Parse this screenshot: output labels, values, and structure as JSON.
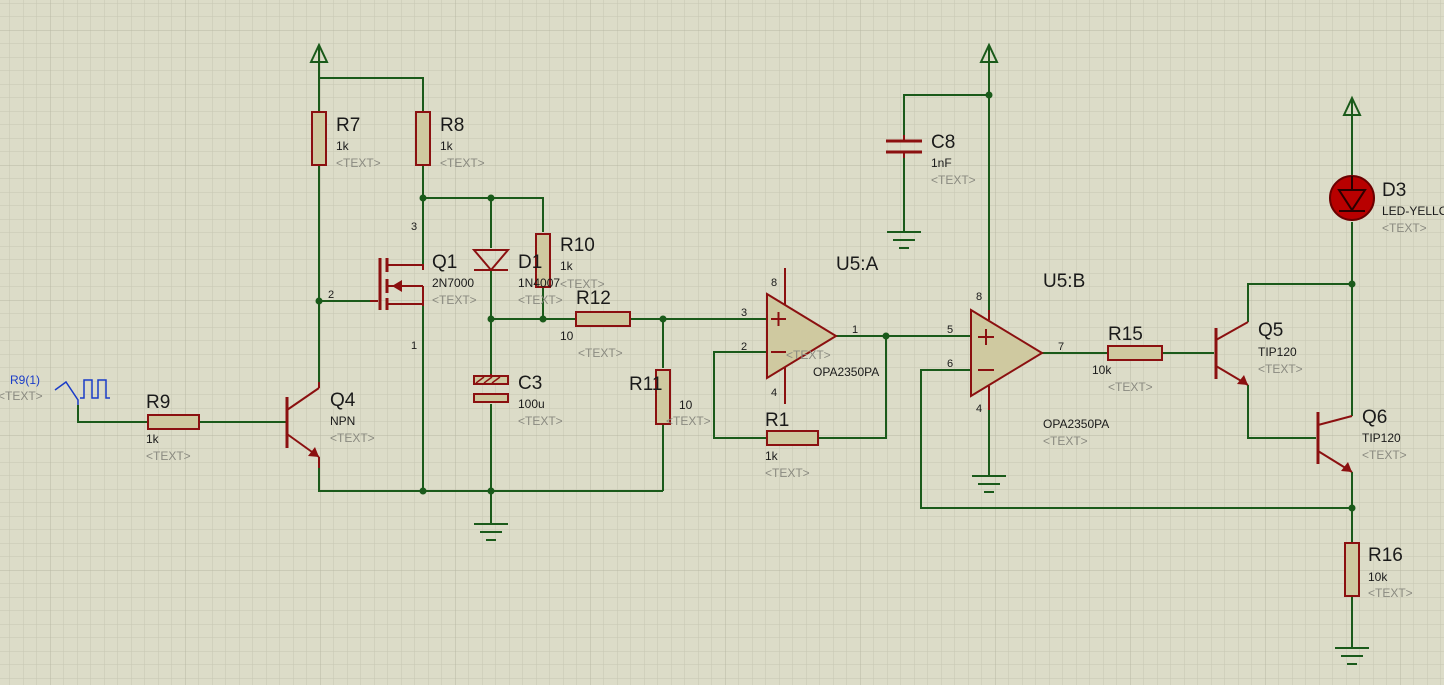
{
  "components": {
    "R7": {
      "ref": "R7",
      "value": "1k",
      "text": "<TEXT>"
    },
    "R8": {
      "ref": "R8",
      "value": "1k",
      "text": "<TEXT>"
    },
    "R10": {
      "ref": "R10",
      "value": "1k",
      "text": "<TEXT>"
    },
    "Q1": {
      "ref": "Q1",
      "value": "2N7000",
      "text": "<TEXT>"
    },
    "D1": {
      "ref": "D1",
      "value": "1N4007",
      "text": "<TEXT>"
    },
    "R12": {
      "ref": "R12",
      "value": "10",
      "text": "<TEXT>"
    },
    "C3": {
      "ref": "C3",
      "value": "100u",
      "text": "<TEXT>"
    },
    "R11": {
      "ref": "R11",
      "value": "10",
      "text": "<TEXT>"
    },
    "R9": {
      "ref": "R9",
      "value": "1k",
      "text": "<TEXT>"
    },
    "Q4": {
      "ref": "Q4",
      "value": "NPN",
      "text": "<TEXT>"
    },
    "U5A": {
      "ref": "U5:A",
      "value": "OPA2350PA",
      "text": "<TEXT>"
    },
    "R1": {
      "ref": "R1",
      "value": "1k",
      "text": "<TEXT>"
    },
    "C8": {
      "ref": "C8",
      "value": "1nF",
      "text": "<TEXT>"
    },
    "U5B": {
      "ref": "U5:B",
      "value": "OPA2350PA",
      "text": "<TEXT>"
    },
    "R15": {
      "ref": "R15",
      "value": "10k",
      "text": "<TEXT>"
    },
    "Q5": {
      "ref": "Q5",
      "value": "TIP120",
      "text": "<TEXT>"
    },
    "Q6": {
      "ref": "Q6",
      "value": "TIP120",
      "text": "<TEXT>"
    },
    "D3": {
      "ref": "D3",
      "value": "LED-YELLOW",
      "text": "<TEXT>"
    },
    "R16": {
      "ref": "R16",
      "value": "10k",
      "text": "<TEXT>"
    }
  },
  "generator": {
    "label": "R9(1)",
    "text": "<TEXT>"
  },
  "pins": {
    "q1_drain": "3",
    "q1_gate": "2",
    "q1_source": "1",
    "u5a_in_plus": "3",
    "u5a_in_minus": "2",
    "u5a_out": "1",
    "u5a_vcc": "8",
    "u5a_gnd": "4",
    "u5b_in_plus": "5",
    "u5b_in_minus": "6",
    "u5b_out": "7",
    "u5b_vcc": "8",
    "u5b_gnd": "4"
  },
  "colors": {
    "background": "#dcdcc8",
    "wire": "#1a5a1a",
    "component": "#8b1010",
    "probe": "#1a3cc8"
  }
}
